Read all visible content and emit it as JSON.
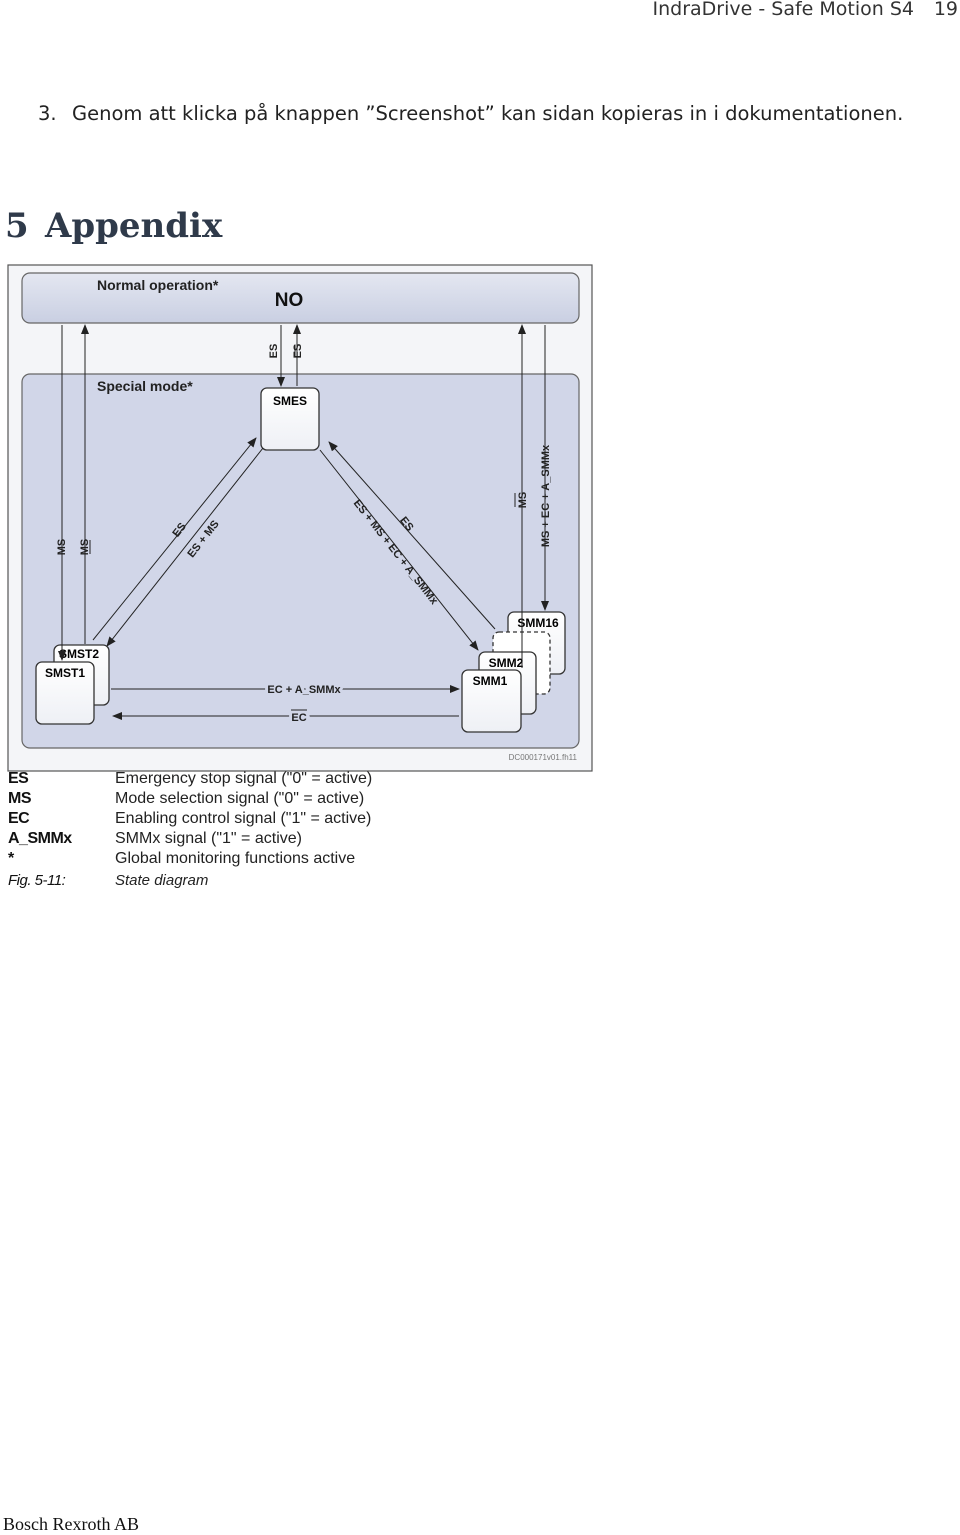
{
  "header": {
    "title": "IndraDrive - Safe Motion S4",
    "page": "19"
  },
  "step": {
    "number": "3.",
    "text": "Genom att klicka på knappen ”Screenshot” kan sidan kopieras in i dokumentationen."
  },
  "section": {
    "number": "5",
    "title": "Appendix"
  },
  "diagram": {
    "normal_label": "Normal operation*",
    "normal_state": "NO",
    "special_label": "Special mode*",
    "smes": "SMES",
    "smst2": "SMST2",
    "smst1": "SMST1",
    "smm16": "SMM16",
    "smm2": "SMM2",
    "smm1": "SMM1",
    "arrow_es_up": "ES",
    "arrow_es_down": "ES",
    "arrow_ms_left1": "MS",
    "arrow_ms_left2": "MS",
    "arrow_ms_right1": "MS",
    "arrow_ms_right2": "MS + EC + A_SMMx",
    "arrow_left_es": "ES",
    "arrow_left_esms": "ES + MS",
    "arrow_right_long": "ES + MS + EC + A_SMMx",
    "arrow_right_es": "ES",
    "arrow_bottom_ec": "EC + A_SMMx",
    "arrow_bottom_notec": "EC",
    "doc_id": "DC000171v01.fh11"
  },
  "legend": [
    {
      "key": "ES",
      "value": "Emergency stop signal (\"0\" = active)"
    },
    {
      "key": "MS",
      "value": "Mode selection signal (\"0\" = active)"
    },
    {
      "key": "EC",
      "value": "Enabling control signal (\"1\" = active)"
    },
    {
      "key": "A_SMMx",
      "value": "SMMx signal (\"1\" = active)"
    },
    {
      "key": "*",
      "value": "Global monitoring functions active"
    },
    {
      "key": "Fig. 5-11:",
      "value": "State diagram"
    }
  ],
  "footer": {
    "company": "Bosch Rexroth AB"
  }
}
